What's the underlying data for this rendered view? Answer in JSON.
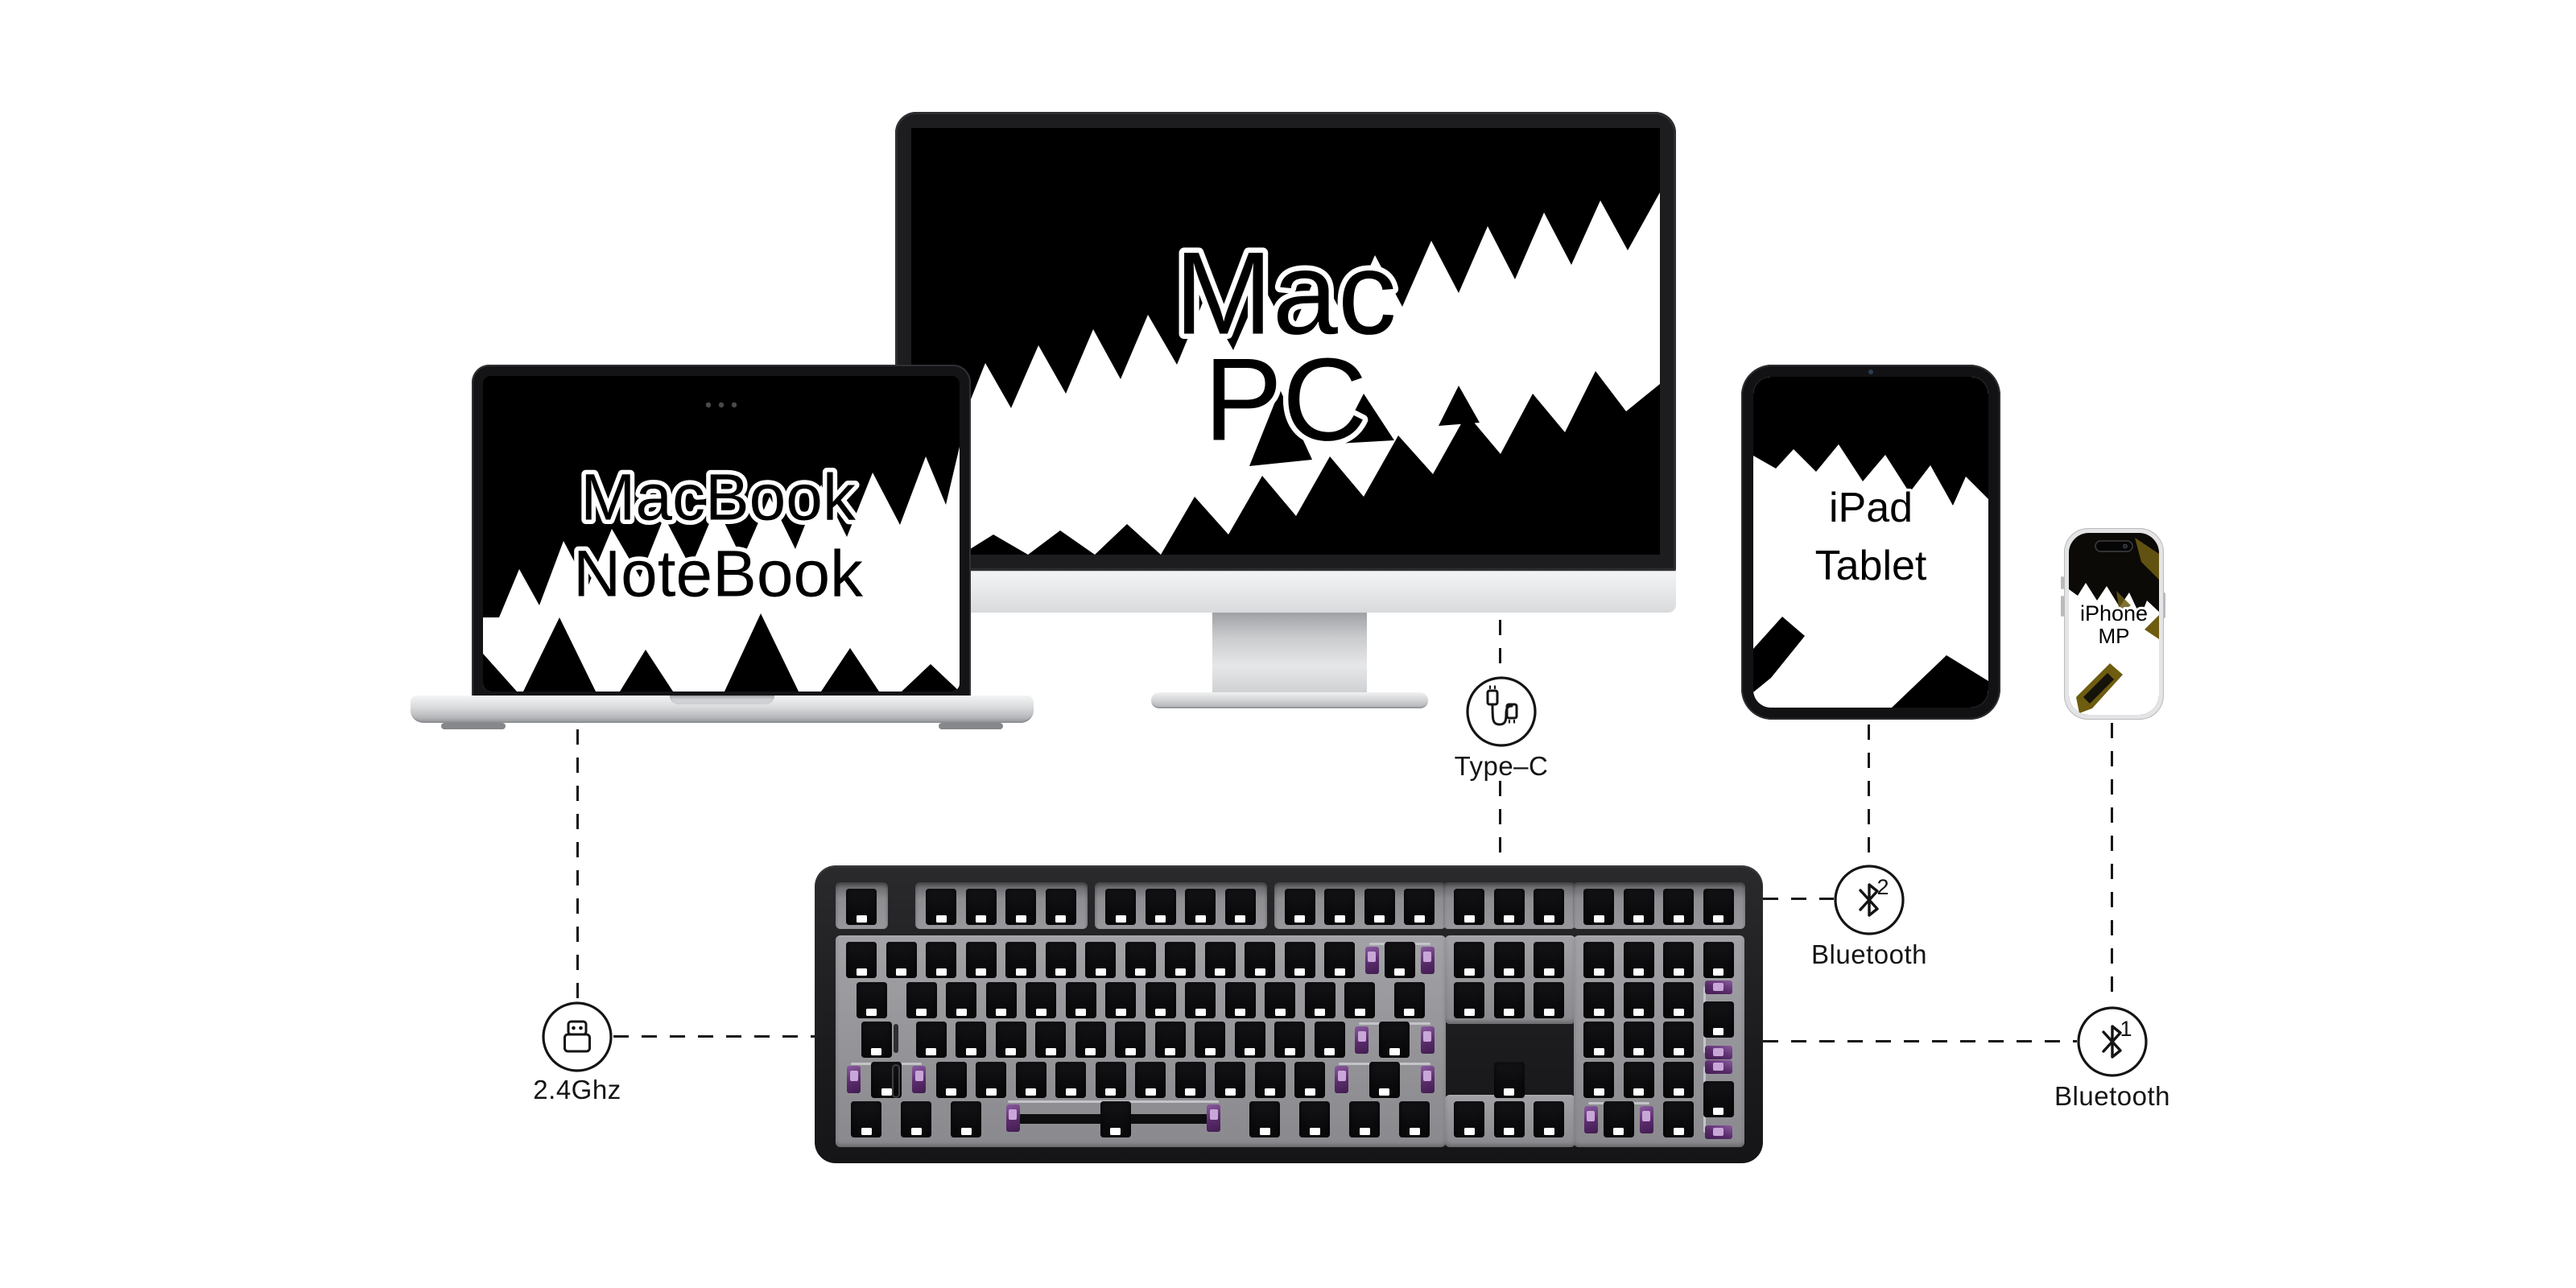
{
  "page": {
    "background": "#ffffff"
  },
  "devices": {
    "laptop": {
      "line1": "MacBook",
      "line2": "NoteBook"
    },
    "desktop": {
      "line1": "Mac",
      "line2": "PC"
    },
    "tablet": {
      "line1": "iPad",
      "line2": "Tablet"
    },
    "phone": {
      "line1": "iPhone",
      "line2": "MP"
    }
  },
  "connections": {
    "typec": {
      "label": "Type–C",
      "icon": "usb-c-cable-icon"
    },
    "bluetooth2": {
      "label": "Bluetooth",
      "channel": "2",
      "icon": "bluetooth-icon"
    },
    "bluetooth1": {
      "label": "Bluetooth",
      "channel": "1",
      "icon": "bluetooth-icon"
    },
    "dongle": {
      "label": "2.4Ghz",
      "icon": "usb-dongle-icon"
    }
  },
  "colors": {
    "stabilizer_purple": "#6b3a7d",
    "stabilizer_insert": "#c9a6d8",
    "plate_gray": "#98989c",
    "case_black": "#1e1e20",
    "device_silver": "#d9dadb",
    "line_black": "#161616",
    "iphone_gold": "#6e5c10"
  },
  "keyboard": {
    "unit": 49.5,
    "key_h": 45,
    "row_y": [
      2,
      68,
      117.5,
      167,
      216.5,
      266
    ],
    "fstrips": [
      [
        -0.16,
        1.32
      ],
      [
        1.84,
        4.32
      ],
      [
        6.34,
        4.32
      ],
      [
        10.84,
        4.32
      ],
      [
        15.09,
        3.32
      ],
      [
        18.34,
        4.32
      ]
    ],
    "slabs": [
      [
        -0.16,
        60,
        15.32,
        263
      ],
      [
        15.14,
        60,
        3.27,
        110
      ],
      [
        15.14,
        258,
        3.27,
        65
      ],
      [
        18.36,
        60,
        4.28,
        263
      ]
    ],
    "keys": [
      [
        0,
        0
      ],
      [
        2,
        0
      ],
      [
        3,
        0
      ],
      [
        4,
        0
      ],
      [
        5,
        0
      ],
      [
        6.5,
        0
      ],
      [
        7.5,
        0
      ],
      [
        8.5,
        0
      ],
      [
        9.5,
        0
      ],
      [
        11,
        0
      ],
      [
        12,
        0
      ],
      [
        13,
        0
      ],
      [
        14,
        0
      ],
      [
        15.25,
        0
      ],
      [
        16.25,
        0
      ],
      [
        17.25,
        0
      ],
      [
        18.5,
        0
      ],
      [
        19.5,
        0
      ],
      [
        20.5,
        0
      ],
      [
        21.5,
        0
      ],
      [
        0,
        1
      ],
      [
        1,
        1
      ],
      [
        2,
        1
      ],
      [
        3,
        1
      ],
      [
        4,
        1
      ],
      [
        5,
        1
      ],
      [
        6,
        1
      ],
      [
        7,
        1
      ],
      [
        8,
        1
      ],
      [
        9,
        1
      ],
      [
        10,
        1
      ],
      [
        11,
        1
      ],
      [
        12,
        1
      ],
      [
        13,
        1,
        2,
        1
      ],
      [
        15.25,
        1
      ],
      [
        16.25,
        1
      ],
      [
        17.25,
        1
      ],
      [
        18.5,
        1
      ],
      [
        19.5,
        1
      ],
      [
        20.5,
        1
      ],
      [
        21.5,
        1
      ],
      [
        0,
        2,
        1.5
      ],
      [
        1.5,
        2
      ],
      [
        2.5,
        2
      ],
      [
        3.5,
        2
      ],
      [
        4.5,
        2
      ],
      [
        5.5,
        2
      ],
      [
        6.5,
        2
      ],
      [
        7.5,
        2
      ],
      [
        8.5,
        2
      ],
      [
        9.5,
        2
      ],
      [
        10.5,
        2
      ],
      [
        11.5,
        2
      ],
      [
        12.5,
        2
      ],
      [
        13.5,
        2,
        1.5
      ],
      [
        15.25,
        2
      ],
      [
        16.25,
        2
      ],
      [
        17.25,
        2
      ],
      [
        18.5,
        2
      ],
      [
        19.5,
        2
      ],
      [
        20.5,
        2
      ],
      [
        21.5,
        2,
        1,
        2,
        2
      ],
      [
        0,
        3,
        1.75
      ],
      [
        1.75,
        3
      ],
      [
        2.75,
        3
      ],
      [
        3.75,
        3
      ],
      [
        4.75,
        3
      ],
      [
        5.75,
        3
      ],
      [
        6.75,
        3
      ],
      [
        7.75,
        3
      ],
      [
        8.75,
        3
      ],
      [
        9.75,
        3
      ],
      [
        10.75,
        3
      ],
      [
        11.75,
        3
      ],
      [
        12.75,
        3,
        2.25,
        1
      ],
      [
        18.5,
        3
      ],
      [
        19.5,
        3
      ],
      [
        20.5,
        3
      ],
      [
        0,
        4,
        2.25,
        1
      ],
      [
        2.25,
        4
      ],
      [
        3.25,
        4
      ],
      [
        4.25,
        4
      ],
      [
        5.25,
        4
      ],
      [
        6.25,
        4
      ],
      [
        7.25,
        4
      ],
      [
        8.25,
        4
      ],
      [
        9.25,
        4
      ],
      [
        10.25,
        4
      ],
      [
        11.25,
        4
      ],
      [
        12.25,
        4,
        2.75,
        1
      ],
      [
        16.25,
        4
      ],
      [
        18.5,
        4
      ],
      [
        19.5,
        4
      ],
      [
        20.5,
        4
      ],
      [
        21.5,
        4,
        1,
        2,
        2
      ],
      [
        0,
        5,
        1.25
      ],
      [
        1.25,
        5,
        1.25
      ],
      [
        2.5,
        5,
        1.25
      ],
      [
        3.75,
        5,
        6.25,
        3
      ],
      [
        10,
        5,
        1.25
      ],
      [
        11.25,
        5,
        1.25
      ],
      [
        12.5,
        5,
        1.25
      ],
      [
        13.75,
        5,
        1.25
      ],
      [
        15.25,
        5
      ],
      [
        16.25,
        5
      ],
      [
        17.25,
        5
      ],
      [
        18.5,
        5,
        2,
        1
      ],
      [
        20.5,
        5
      ]
    ]
  }
}
